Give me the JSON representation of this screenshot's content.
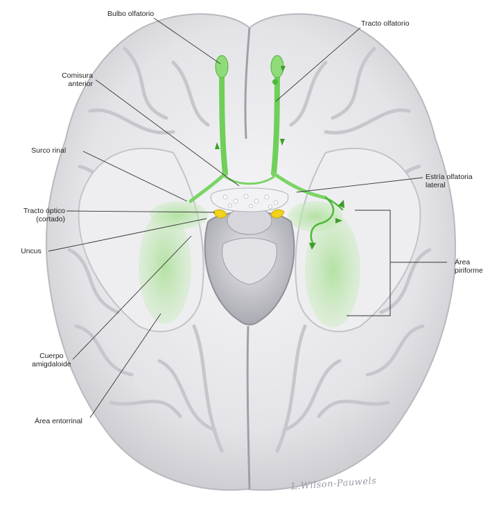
{
  "labels": {
    "bulbo": "Bulbo olfatorio",
    "tracto": "Tracto olfatorio",
    "comisura_1": "Comisura",
    "comisura_2": "anterior",
    "surco": "Surco rinal",
    "estria_1": "Estría olfatoria",
    "estria_2": "lateral",
    "optico_1": "Tracto óptico",
    "optico_2": "(cortado)",
    "uncus": "Uncus",
    "area_pir_1": "Área",
    "area_pir_2": "piriforme",
    "cuerpo_1": "Cuerpo",
    "cuerpo_2": "amigdaloide",
    "entorrinal": "Área entorrinal"
  },
  "signature": "L.Wilson-Pauwels",
  "colors": {
    "brain_fill": "#ececef",
    "brain_shadow": "#c9c9cf",
    "olfactory_green": "#6fcf5a",
    "highlight_green": "#b7e6a6",
    "optic_yellow": "#f2d21a",
    "leader_line": "#333333"
  }
}
